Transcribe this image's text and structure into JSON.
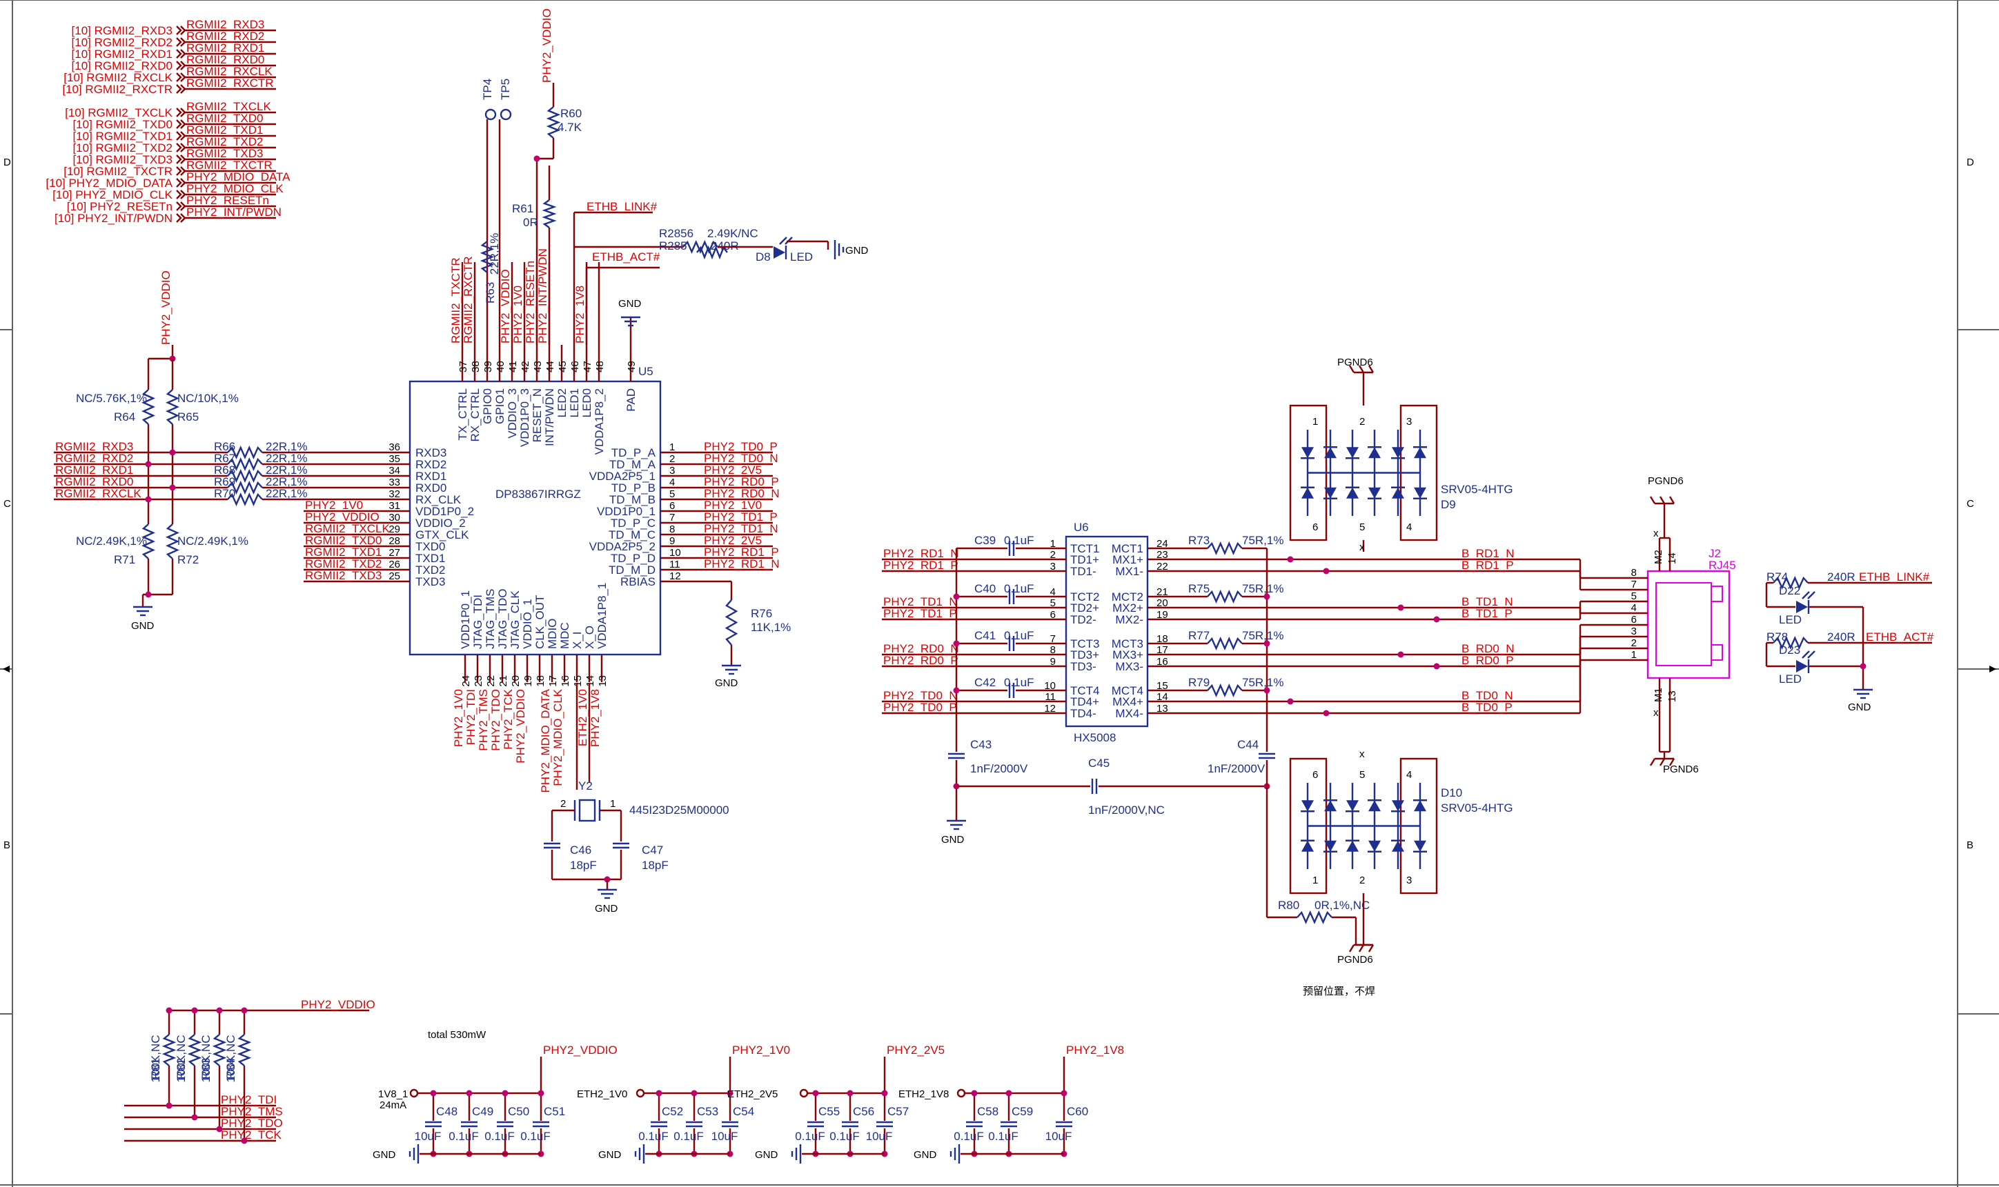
{
  "zones": [
    "D",
    "C",
    "B"
  ],
  "left_hier": [
    {
      "tag": "[10]",
      "name": "RGMII2_RXD3",
      "net": "RGMII2_RXD3"
    },
    {
      "tag": "[10]",
      "name": "RGMII2_RXD2",
      "net": "RGMII2_RXD2"
    },
    {
      "tag": "[10]",
      "name": "RGMII2_RXD1",
      "net": "RGMII2_RXD1"
    },
    {
      "tag": "[10]",
      "name": "RGMII2_RXD0",
      "net": "RGMII2_RXD0"
    },
    {
      "tag": "[10]",
      "name": "RGMII2_RXCLK",
      "net": "RGMII2_RXCLK"
    },
    {
      "tag": "[10]",
      "name": "RGMII2_RXCTR",
      "net": "RGMII2_RXCTR"
    },
    {
      "tag": "[10]",
      "name": "RGMII2_TXCLK",
      "net": "RGMII2_TXCLK"
    },
    {
      "tag": "[10]",
      "name": "RGMII2_TXD0",
      "net": "RGMII2_TXD0"
    },
    {
      "tag": "[10]",
      "name": "RGMII2_TXD1",
      "net": "RGMII2_TXD1"
    },
    {
      "tag": "[10]",
      "name": "RGMII2_TXD2",
      "net": "RGMII2_TXD2"
    },
    {
      "tag": "[10]",
      "name": "RGMII2_TXD3",
      "net": "RGMII2_TXD3"
    },
    {
      "tag": "[10]",
      "name": "RGMII2_TXCTR",
      "net": "RGMII2_TXCTR"
    },
    {
      "tag": "[10]",
      "name": "PHY2_MDIO_DATA",
      "net": "PHY2_MDIO_DATA"
    },
    {
      "tag": "[10]",
      "name": "PHY2_MDIO_CLK",
      "net": "PHY2_MDIO_CLK"
    },
    {
      "tag": "[10]",
      "name": "PHY2_RESETn",
      "net": "PHY2_RESETn"
    },
    {
      "tag": "[10]",
      "name": "PHY2_INT/PWDN",
      "net": "PHY2_INT/PWDN"
    }
  ],
  "u5": {
    "ref": "U5",
    "part": "DP83867IRRGZ",
    "left_pins": [
      {
        "num": "36",
        "name": "RXD3"
      },
      {
        "num": "35",
        "name": "RXD2"
      },
      {
        "num": "34",
        "name": "RXD1"
      },
      {
        "num": "33",
        "name": "RXD0"
      },
      {
        "num": "32",
        "name": "RX_CLK"
      },
      {
        "num": "31",
        "name": "VDD1P0_2"
      },
      {
        "num": "30",
        "name": "VDDIO_2"
      },
      {
        "num": "29",
        "name": "GTX_CLK"
      },
      {
        "num": "28",
        "name": "TXD0"
      },
      {
        "num": "27",
        "name": "TXD1"
      },
      {
        "num": "26",
        "name": "TXD2"
      },
      {
        "num": "25",
        "name": "TXD3"
      }
    ],
    "right_pins": [
      {
        "num": "1",
        "name": "TD_P_A"
      },
      {
        "num": "2",
        "name": "TD_M_A"
      },
      {
        "num": "3",
        "name": "VDDA2P5_1"
      },
      {
        "num": "4",
        "name": "TD_P_B"
      },
      {
        "num": "5",
        "name": "TD_M_B"
      },
      {
        "num": "6",
        "name": "VDD1P0_1"
      },
      {
        "num": "7",
        "name": "TD_P_C"
      },
      {
        "num": "8",
        "name": "TD_M_C"
      },
      {
        "num": "9",
        "name": "VDDA2P5_2"
      },
      {
        "num": "10",
        "name": "TD_P_D"
      },
      {
        "num": "11",
        "name": "TD_M_D"
      },
      {
        "num": "12",
        "name": "RBIAS"
      }
    ],
    "top_pins": [
      {
        "num": "37",
        "name": "TX_CTRL"
      },
      {
        "num": "38",
        "name": "RX_CTRL"
      },
      {
        "num": "39",
        "name": "GPIO0"
      },
      {
        "num": "40",
        "name": "GPIO1"
      },
      {
        "num": "41",
        "name": "VDDIO_3"
      },
      {
        "num": "42",
        "name": "VDD1P0_3"
      },
      {
        "num": "43",
        "name": "RESET_N"
      },
      {
        "num": "44",
        "name": "INT/PWDN"
      },
      {
        "num": "45",
        "name": "LED2"
      },
      {
        "num": "46",
        "name": "LED1"
      },
      {
        "num": "47",
        "name": "LED0"
      },
      {
        "num": "48",
        "name": "VDDA1P8_2"
      },
      {
        "num": "49",
        "name": "PAD"
      }
    ],
    "bottom_pins": [
      {
        "num": "24",
        "name": "VDD1P0_1"
      },
      {
        "num": "23",
        "name": "JTAG_TDI"
      },
      {
        "num": "22",
        "name": "JTAG_TMS"
      },
      {
        "num": "21",
        "name": "JTAG_TDO"
      },
      {
        "num": "20",
        "name": "JTAG_CLK"
      },
      {
        "num": "19",
        "name": "VDDIO_1"
      },
      {
        "num": "18",
        "name": "CLK_OUT"
      },
      {
        "num": "17",
        "name": "MDIO"
      },
      {
        "num": "16",
        "name": "MDC"
      },
      {
        "num": "15",
        "name": "X_I"
      },
      {
        "num": "14",
        "name": "X_O"
      },
      {
        "num": "13",
        "name": "VDDA1P8_1"
      }
    ]
  },
  "u5_left_nets": [
    "RGMII2_RXD3",
    "RGMII2_RXD2",
    "RGMII2_RXD1",
    "RGMII2_RXD0",
    "RGMII2_RXCLK",
    "PHY2_1V0",
    "PHY2_VDDIO",
    "RGMII2_TXCLK",
    "RGMII2_TXD0",
    "RGMII2_TXD1",
    "RGMII2_TXD2",
    "RGMII2_TXD3"
  ],
  "u5_left_res": [
    {
      "ref": "R66",
      "val": "22R,1%"
    },
    {
      "ref": "R67",
      "val": "22R,1%"
    },
    {
      "ref": "R68",
      "val": "22R,1%"
    },
    {
      "ref": "R69",
      "val": "22R,1%"
    },
    {
      "ref": "R70",
      "val": "22R,1%"
    }
  ],
  "u5_right_nets": [
    "PHY2_TD0_P",
    "PHY2_TD0_N",
    "PHY2_2V5",
    "PHY2_RD0_P",
    "PHY2_RD0_N",
    "PHY2_1V0",
    "PHY2_TD1_P",
    "PHY2_TD1_N",
    "PHY2_2V5",
    "PHY2_RD1_P",
    "PHY2_RD1_N"
  ],
  "u5_top_nets": [
    "RGMII2_TXCTR",
    "RGMII2_RXCTR",
    "PHY2_VDDIO",
    "PHY2_1V0",
    "PHY2_RESETn",
    "PHY2_INT/PWDN",
    "PHY2_1V8"
  ],
  "u5_bottom_nets": [
    "PHY2_1V0",
    "PHY2_TDI",
    "PHY2_TMS",
    "PHY2_TDO",
    "PHY2_TCK",
    "PHY2_VDDIO",
    "PHY2_MDIO_DATA",
    "PHY2_MDIO_CLK",
    "ETH2_1V0",
    "PHY2_1V8"
  ],
  "strap": {
    "supply": "PHY2_VDDIO",
    "gnd": "GND",
    "r64": {
      "ref": "R64",
      "val": "NC/5.76K,1%"
    },
    "r65": {
      "ref": "R65",
      "val": "NC/10K,1%"
    },
    "r71": {
      "ref": "R71",
      "val": "NC/2.49K,1%"
    },
    "r72": {
      "ref": "R72",
      "val": "NC/2.49K,1%"
    }
  },
  "tp": [
    "TP4",
    "TP5"
  ],
  "top_misc": {
    "phy_vddio": "PHY2_VDDIO",
    "r60": {
      "ref": "R60",
      "val": "4.7K"
    },
    "r61": {
      "ref": "R61",
      "val": "0R"
    },
    "r63": {
      "ref": "R63",
      "val": "22R,1%"
    },
    "link": "ETHB_LINK#",
    "act": "ETHB_ACT#",
    "r2856": {
      "ref": "R2856",
      "val": "2.49K/NC"
    },
    "r285x": {
      "ref": "R285",
      "val": "240R"
    },
    "d8": {
      "ref": "D8",
      "val": "LED"
    },
    "gnd": "GND",
    "pad_gnd": "GND"
  },
  "r76": {
    "ref": "R76",
    "val": "11K,1%",
    "gnd": "GND"
  },
  "crystal": {
    "ref": "Y2",
    "part": "445I23D25M00000",
    "pin1": "1",
    "pin2": "2",
    "c46": {
      "ref": "C46",
      "val": "18pF"
    },
    "c47": {
      "ref": "C47",
      "val": "18pF"
    },
    "gnd": "GND"
  },
  "u6": {
    "ref": "U6",
    "part": "HX5008",
    "left_pins": [
      {
        "num": "1",
        "name": "TCT1"
      },
      {
        "num": "2",
        "name": "TD1+"
      },
      {
        "num": "3",
        "name": "TD1-"
      },
      {
        "num": "4",
        "name": "TCT2"
      },
      {
        "num": "5",
        "name": "TD2+"
      },
      {
        "num": "6",
        "name": "TD2-"
      },
      {
        "num": "7",
        "name": "TCT3"
      },
      {
        "num": "8",
        "name": "TD3+"
      },
      {
        "num": "9",
        "name": "TD3-"
      },
      {
        "num": "10",
        "name": "TCT4"
      },
      {
        "num": "11",
        "name": "TD4+"
      },
      {
        "num": "12",
        "name": "TD4-"
      }
    ],
    "right_pins": [
      {
        "num": "24",
        "name": "MCT1"
      },
      {
        "num": "23",
        "name": "MX1+"
      },
      {
        "num": "22",
        "name": "MX1-"
      },
      {
        "num": "21",
        "name": "MCT2"
      },
      {
        "num": "20",
        "name": "MX2+"
      },
      {
        "num": "19",
        "name": "MX2-"
      },
      {
        "num": "18",
        "name": "MCT3"
      },
      {
        "num": "17",
        "name": "MX3+"
      },
      {
        "num": "16",
        "name": "MX3-"
      },
      {
        "num": "15",
        "name": "MCT4"
      },
      {
        "num": "14",
        "name": "MX4+"
      },
      {
        "num": "13",
        "name": "MX4-"
      }
    ]
  },
  "u6_left_nets": [
    "PHY2_RD1_N",
    "PHY2_RD1_P",
    "PHY2_TD1_N",
    "PHY2_TD1_P",
    "PHY2_RD0_N",
    "PHY2_RD0_P",
    "PHY2_TD0_N",
    "PHY2_TD0_P"
  ],
  "u6_caps": [
    {
      "ref": "C39",
      "val": "0.1uF"
    },
    {
      "ref": "C40",
      "val": "0.1uF"
    },
    {
      "ref": "C41",
      "val": "0.1uF"
    },
    {
      "ref": "C42",
      "val": "0.1uF"
    }
  ],
  "u6_res": [
    {
      "ref": "R73",
      "val": "75R,1%"
    },
    {
      "ref": "R75",
      "val": "75R,1%"
    },
    {
      "ref": "R77",
      "val": "75R,1%"
    },
    {
      "ref": "R79",
      "val": "75R,1%"
    }
  ],
  "u6_right_nets": [
    "B_RD1_N",
    "B_RD1_P",
    "B_TD1_N",
    "B_TD1_P",
    "B_RD0_N",
    "B_RD0_P",
    "B_TD0_N",
    "B_TD0_P"
  ],
  "hv_caps": {
    "c43": {
      "ref": "C43",
      "val": "1nF/2000V"
    },
    "c44": {
      "ref": "C44",
      "val": "1nF/2000V"
    },
    "c45": {
      "ref": "C45",
      "val": "1nF/2000V,NC"
    },
    "gnd": "GND"
  },
  "tvs": {
    "d9": {
      "ref": "D9",
      "part": "SRV05-4HTG",
      "gnd": "PGND6",
      "top_pins": [
        "1",
        "2",
        "3"
      ],
      "bot_pins": [
        "6",
        "5",
        "4"
      ]
    },
    "d10": {
      "ref": "D10",
      "part": "SRV05-4HTG",
      "gnd": "PGND6",
      "top_pins": [
        "6",
        "5",
        "4"
      ],
      "bot_pins": [
        "1",
        "2",
        "3"
      ]
    }
  },
  "r80": {
    "ref": "R80",
    "val": "0R,1%,NC"
  },
  "note_cn": "预留位置，不焊",
  "rj45": {
    "ref": "J2",
    "part": "RJ45",
    "pins": [
      "8",
      "7",
      "5",
      "4",
      "6",
      "3",
      "2",
      "1"
    ],
    "m1": "M1",
    "m2": "M2",
    "p13": "13",
    "p14": "14",
    "pgnd_top": "PGND6",
    "pgnd_bot": "PGND6"
  },
  "leds_right": {
    "r74": {
      "ref": "R74",
      "val": "240R"
    },
    "d22": {
      "ref": "D22",
      "val": "LED"
    },
    "link": "ETHB_LINK#",
    "r78": {
      "ref": "R78",
      "val": "240R"
    },
    "d23": {
      "ref": "D23",
      "val": "LED"
    },
    "act": "ETHB_ACT#",
    "gnd": "GND"
  },
  "jtag_pulls": {
    "supply": "PHY2_VDDIO",
    "res": [
      {
        "ref": "R81",
        "val": "100K,NC"
      },
      {
        "ref": "R82",
        "val": "100K,NC"
      },
      {
        "ref": "R83",
        "val": "100K,NC"
      },
      {
        "ref": "R84",
        "val": "100K,NC"
      }
    ],
    "nets": [
      "PHY2_TDI",
      "PHY2_TMS",
      "PHY2_TDO",
      "PHY2_TCK"
    ]
  },
  "power_note": "total 530mW",
  "decoupling": [
    {
      "in": "1V8_1",
      "sub": "24mA",
      "out": "PHY2_VDDIO",
      "gnd": "GND",
      "caps": [
        {
          "ref": "C48",
          "val": "10uF"
        },
        {
          "ref": "C49",
          "val": "0.1uF"
        },
        {
          "ref": "C50",
          "val": "0.1uF"
        },
        {
          "ref": "C51",
          "val": "0.1uF"
        }
      ]
    },
    {
      "in": "ETH2_1V0",
      "out": "PHY2_1V0",
      "gnd": "GND",
      "caps": [
        {
          "ref": "C52",
          "val": "0.1uF"
        },
        {
          "ref": "C53",
          "val": "0.1uF"
        },
        {
          "ref": "C54",
          "val": "10uF"
        }
      ]
    },
    {
      "in": "ETH2_2V5",
      "out": "PHY2_2V5",
      "gnd": "GND",
      "caps": [
        {
          "ref": "C55",
          "val": "0.1uF"
        },
        {
          "ref": "C56",
          "val": "0.1uF"
        },
        {
          "ref": "C57",
          "val": "10uF"
        }
      ]
    },
    {
      "in": "ETH2_1V8",
      "out": "PHY2_1V8",
      "gnd": "GND",
      "caps": [
        {
          "ref": "C58",
          "val": "0.1uF"
        },
        {
          "ref": "C59",
          "val": "0.1uF"
        },
        {
          "ref": "C60",
          "val": "10uF"
        }
      ]
    }
  ]
}
